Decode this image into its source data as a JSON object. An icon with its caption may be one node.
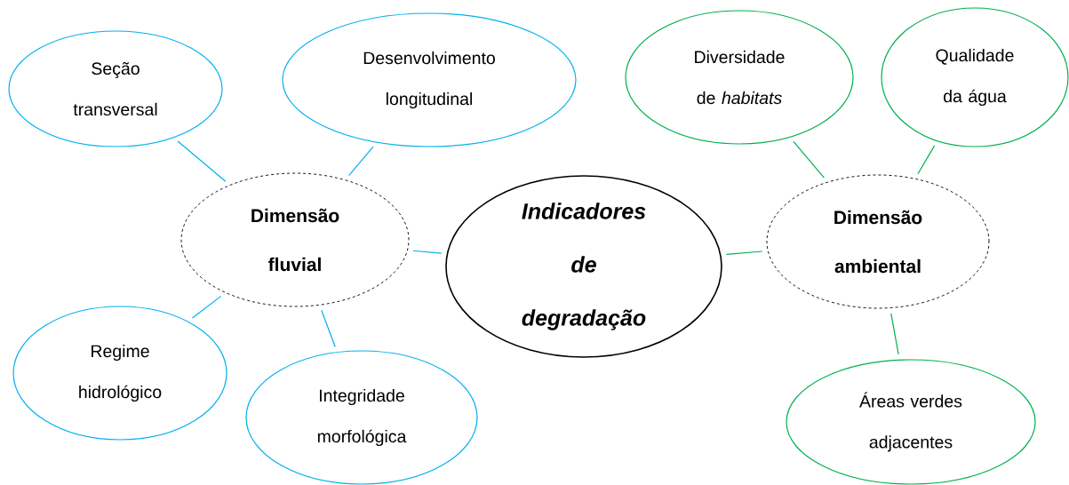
{
  "diagram": {
    "nodes": [
      {
        "text": [
          "Indicadores de degradação"
        ]
      },
      {
        "text": [
          "Dimensão fluvial"
        ]
      },
      {
        "text": [
          "Seção transversal"
        ]
      },
      {
        "text": [
          "Desenvolvimento longitudinal"
        ]
      },
      {
        "text": [
          "Regime hidrológico"
        ]
      },
      {
        "text": [
          "Integridade morfológica"
        ]
      },
      {
        "text": [
          "Dimensão ambiental"
        ]
      },
      {
        "text": [
          "Diversidade de *habitats*"
        ]
      },
      {
        "text": [
          "Qualidade da água"
        ]
      },
      {
        "text": [
          "Áreas verdes adjacentes"
        ]
      }
    ],
    "edges": [
      {
        "from": 0,
        "to": 1,
        "arrow": "none"
      },
      {
        "from": 0,
        "to": 6,
        "arrow": "none",
        "color": "#00b050"
      },
      {
        "from": 1,
        "to": 2,
        "arrow": "none"
      },
      {
        "from": 1,
        "to": 3,
        "arrow": "none"
      },
      {
        "from": 1,
        "to": 4,
        "arrow": "none"
      },
      {
        "from": 1,
        "to": 5,
        "arrow": "none"
      },
      {
        "from": 6,
        "to": 7,
        "arrow": "none",
        "color": "#00b050"
      },
      {
        "from": 6,
        "to": 8,
        "arrow": "none",
        "color": "#00b050"
      },
      {
        "from": 6,
        "to": 9,
        "arrow": "none",
        "color": "#00b050"
      }
    ]
  }
}
